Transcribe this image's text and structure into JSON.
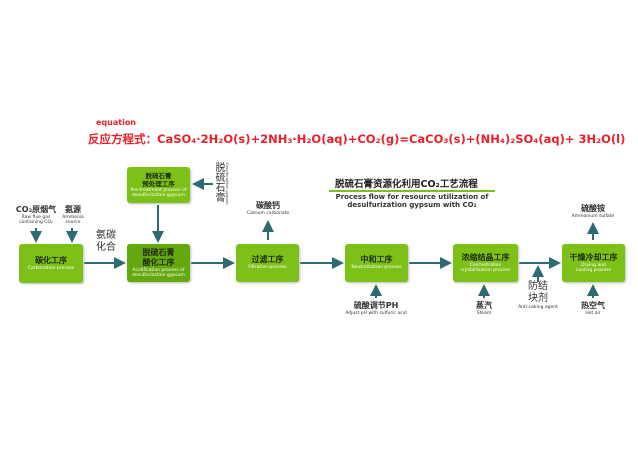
{
  "equation": {
    "label": "equation",
    "prefix": "反应方程式：",
    "formula": "CaSO₄·2H₂O(s)+2NH₃·H₂O(aq)+CO₂(g)=CaCO₃(s)+(NH₄)₂SO₄(aq)+ 3H₂O(l)"
  },
  "title": {
    "cn": "脱硫石膏资源化利用CO₂工艺流程",
    "en1": "Process flow for resource utilization of",
    "en2": "desulfurization gypsum with CO₂"
  },
  "colors": {
    "box": "#7dc118",
    "box_dark": "#64a80e",
    "arrow": "#2f6a73",
    "equation": "#e8202a"
  },
  "boxes": [
    {
      "cn": "碳化工序",
      "en": "Carbonation process"
    },
    {
      "cn1": "脱硫石膏",
      "cn2": "酸化工序",
      "en1": "Acidification process of",
      "en2": "desulfurization gypsum"
    },
    {
      "cn": "过滤工序",
      "en": "Filtration process"
    },
    {
      "cn": "中和工序",
      "en": "Neutralization process"
    },
    {
      "cn": "浓缩结晶工序",
      "en1": "Concentration",
      "en2": "crystallization process"
    },
    {
      "cn": "干燥冷却工序",
      "en1": "Drying and",
      "en2": "cooling process"
    },
    {
      "cn1": "脱硫石膏",
      "cn2": "预处理工序",
      "en1": "Pre-treatment process of",
      "en2": "desulfurization gypsum"
    }
  ],
  "inputs": {
    "flue": {
      "cn": "CO₂原烟气",
      "en1": "Raw flue gas",
      "en2": "containing CO₂"
    },
    "ammonia": {
      "cn": "氨源",
      "en1": "Ammonia",
      "en2": "source"
    },
    "ammonia_carbon": {
      "l1": "氨碳",
      "l2": "化合"
    },
    "gypsum": {
      "cn": "脱硫石膏",
      "en": "Desulfurization gypsum"
    },
    "acid": {
      "cn": "硫酸调节PH",
      "en": "Adjust pH with sulfuric acid"
    },
    "steam": {
      "cn": "蒸汽",
      "en": "Steam"
    },
    "anticaking": {
      "l1": "防结",
      "l2": "块剂",
      "en": "Anti-caking agent"
    },
    "hotair": {
      "cn": "热空气",
      "en": "Hot air"
    }
  },
  "outputs": {
    "caco3": {
      "cn": "碳酸钙",
      "en": "Calcium carbonate"
    },
    "amsulf": {
      "cn": "硫酸铵",
      "en": "Ammonium sulfate"
    }
  }
}
